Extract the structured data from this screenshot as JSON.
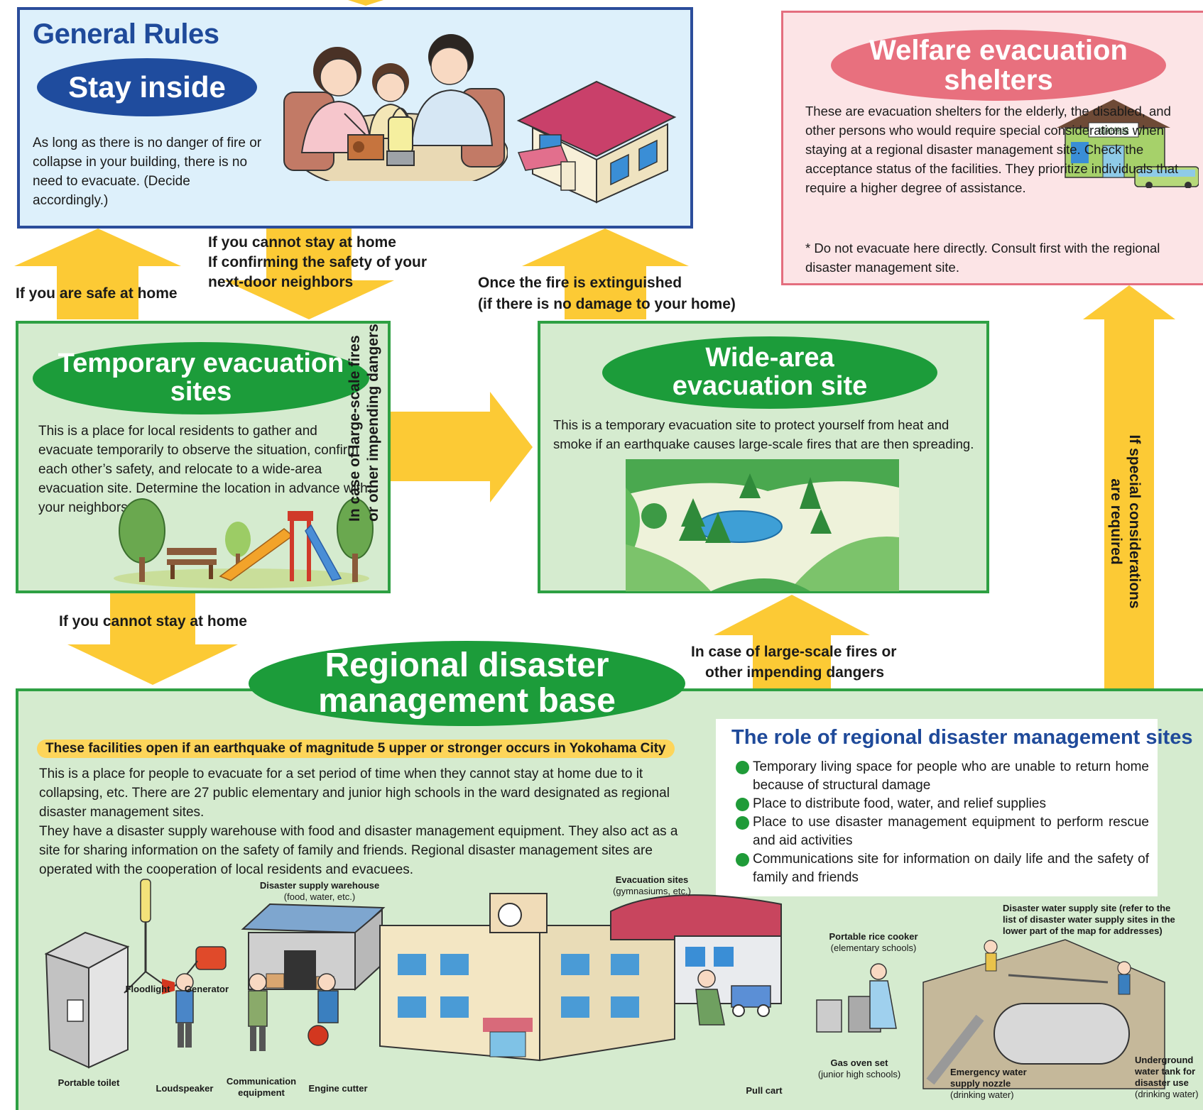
{
  "colors": {
    "blue_border": "#2b4d9b",
    "blue_fill": "#ddf0fb",
    "green_border": "#2ea043",
    "green_fill": "#d5ebcf",
    "green_pill": "#1c9c3a",
    "blue_pill": "#1f4c9e",
    "pink_border": "#e46e7e",
    "pink_fill": "#fce4e6",
    "pink_pill": "#e8707e",
    "arrow_yellow": "#fcca35",
    "title_blue": "#1f4a9a",
    "highlight_yellow": "#fdd55a"
  },
  "general_rules": {
    "heading": "General Rules",
    "pill": "Stay inside",
    "text": "As long as there is no danger of fire or collapse in your building, there is no need to evacuate. (Decide accordingly.)"
  },
  "welfare": {
    "pill_line1": "Welfare evacuation",
    "pill_line2": "shelters",
    "text": "These are evacuation shelters for the elderly, the disabled, and other persons who would require special considerations when staying at a regional disaster management site. Check the acceptance status of the facilities. They prioritize individuals that require a higher degree of assistance.",
    "note": "* Do not evacuate here directly. Consult first with the regional disaster management site.",
    "building_sign": "福祉施設"
  },
  "temporary": {
    "pill_line1": "Temporary evacuation",
    "pill_line2": "sites",
    "text": "This is a place for local residents to gather and evacuate temporarily to observe the situation, confirm each other’s safety, and relocate to a wide-area evacuation site. Determine the location in advance with your neighbors."
  },
  "wide_area": {
    "pill_line1": "Wide-area",
    "pill_line2": "evacuation site",
    "text": "This is a temporary evacuation site to protect yourself from heat and smoke if an earthquake causes large-scale fires that are then spreading."
  },
  "regional": {
    "pill_line1": "Regional disaster",
    "pill_line2": "management base",
    "highlight": "These facilities open if an earthquake of magnitude 5 upper or stronger occurs in Yokohama City",
    "para1": "This is a place for people to evacuate for a set period of time when they cannot stay at home due to it collapsing, etc. There are 27 public elementary and junior high schools in the ward designated as regional disaster management sites.",
    "para2": "They have a disaster supply warehouse with food and disaster management equipment. They also act as a site for sharing information on the safety of family and friends. Regional disaster management sites are operated with the cooperation of local residents and evacuees."
  },
  "roles": {
    "title": "The role of regional disaster management sites",
    "items": [
      "Temporary living space for people who are unable to return home because of structural damage",
      "Place to distribute food, water, and relief supplies",
      "Place to use disaster management equipment to perform rescue and aid activities",
      "Communications site for information on daily life and the safety of family and friends"
    ]
  },
  "arrows": {
    "safe_at_home": "If you are safe at home",
    "cannot_stay_line1": "If you cannot stay at home",
    "cannot_stay_line2": "If confirming the safety of your",
    "cannot_stay_line3": "next-door neighbors",
    "fire_ext_line1": "Once the fire is extinguished",
    "fire_ext_line2": "(if there is no damage to your home)",
    "large_fires_vertical_line1": "In case of large-scale fires",
    "large_fires_vertical_line2": "or other impending dangers",
    "cannot_stay_home": "If you cannot stay at home",
    "large_fires_line1": "In case of large-scale fires or",
    "large_fires_line2": "other impending dangers",
    "special_line1": "If special considerations",
    "special_line2": "are required"
  },
  "captions": {
    "portable_toilet": "Portable toilet",
    "floodlight": "Floodlight",
    "generator": "Generator",
    "loudspeaker": "Loudspeaker",
    "communication_line1": "Communication",
    "communication_line2": "equipment",
    "engine_cutter": "Engine cutter",
    "warehouse_line1": "Disaster supply warehouse",
    "warehouse_line2": "(food, water, etc.)",
    "evac_sites_line1": "Evacuation sites",
    "evac_sites_line2": "(gymnasiums, etc.)",
    "pull_cart": "Pull cart",
    "rice_cooker_line1": "Portable rice cooker",
    "rice_cooker_line2": "(elementary schools)",
    "gas_oven_line1": "Gas oven set",
    "gas_oven_line2": "(junior high schools)",
    "water_site_line1": "Disaster water supply site (refer to the",
    "water_site_line2": "list of disaster water supply sites in the",
    "water_site_line3": "lower part of the map for addresses)",
    "nozzle_line1": "Emergency water",
    "nozzle_line2": "supply nozzle",
    "nozzle_line3": "(drinking water)",
    "tank_line1": "Underground",
    "tank_line2": "water tank for",
    "tank_line3": "disaster use",
    "tank_line4": "(drinking water)"
  }
}
